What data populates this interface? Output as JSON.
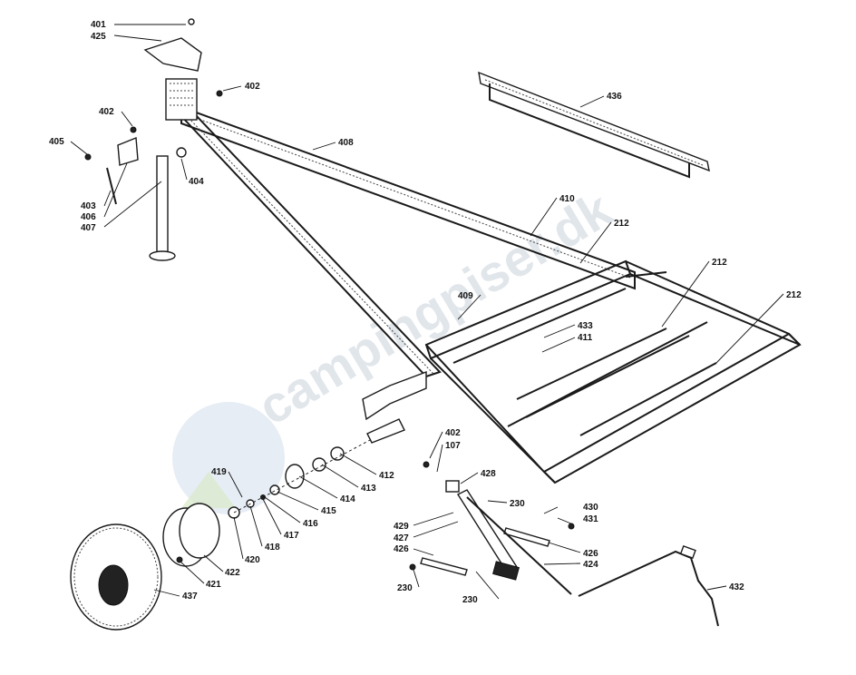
{
  "watermark": {
    "text": "campingpiser.dk",
    "color": "#c9d2dc",
    "logo_color": "#dbe6ef"
  },
  "labels": [
    {
      "id": "401",
      "text": "401"
    },
    {
      "id": "425",
      "text": "425"
    },
    {
      "id": "402a",
      "text": "402"
    },
    {
      "id": "402b",
      "text": "402"
    },
    {
      "id": "405",
      "text": "405"
    },
    {
      "id": "404",
      "text": "404"
    },
    {
      "id": "403",
      "text": "403"
    },
    {
      "id": "406",
      "text": "406"
    },
    {
      "id": "407",
      "text": "407"
    },
    {
      "id": "408",
      "text": "408"
    },
    {
      "id": "436",
      "text": "436"
    },
    {
      "id": "410",
      "text": "410"
    },
    {
      "id": "212a",
      "text": "212"
    },
    {
      "id": "212b",
      "text": "212"
    },
    {
      "id": "212c",
      "text": "212"
    },
    {
      "id": "409",
      "text": "409"
    },
    {
      "id": "433",
      "text": "433"
    },
    {
      "id": "411",
      "text": "411"
    },
    {
      "id": "412",
      "text": "412"
    },
    {
      "id": "413",
      "text": "413"
    },
    {
      "id": "414",
      "text": "414"
    },
    {
      "id": "415",
      "text": "415"
    },
    {
      "id": "416",
      "text": "416"
    },
    {
      "id": "417",
      "text": "417"
    },
    {
      "id": "418",
      "text": "418"
    },
    {
      "id": "419",
      "text": "419"
    },
    {
      "id": "420",
      "text": "420"
    },
    {
      "id": "421",
      "text": "421"
    },
    {
      "id": "422",
      "text": "422"
    },
    {
      "id": "437",
      "text": "437"
    },
    {
      "id": "402c",
      "text": "402"
    },
    {
      "id": "107",
      "text": "107"
    },
    {
      "id": "428",
      "text": "428"
    },
    {
      "id": "230a",
      "text": "230"
    },
    {
      "id": "430",
      "text": "430"
    },
    {
      "id": "431",
      "text": "431"
    },
    {
      "id": "429",
      "text": "429"
    },
    {
      "id": "427",
      "text": "427"
    },
    {
      "id": "426a",
      "text": "426"
    },
    {
      "id": "426b",
      "text": "426"
    },
    {
      "id": "424",
      "text": "424"
    },
    {
      "id": "230b",
      "text": "230"
    },
    {
      "id": "230c",
      "text": "230"
    },
    {
      "id": "432",
      "text": "432"
    }
  ]
}
